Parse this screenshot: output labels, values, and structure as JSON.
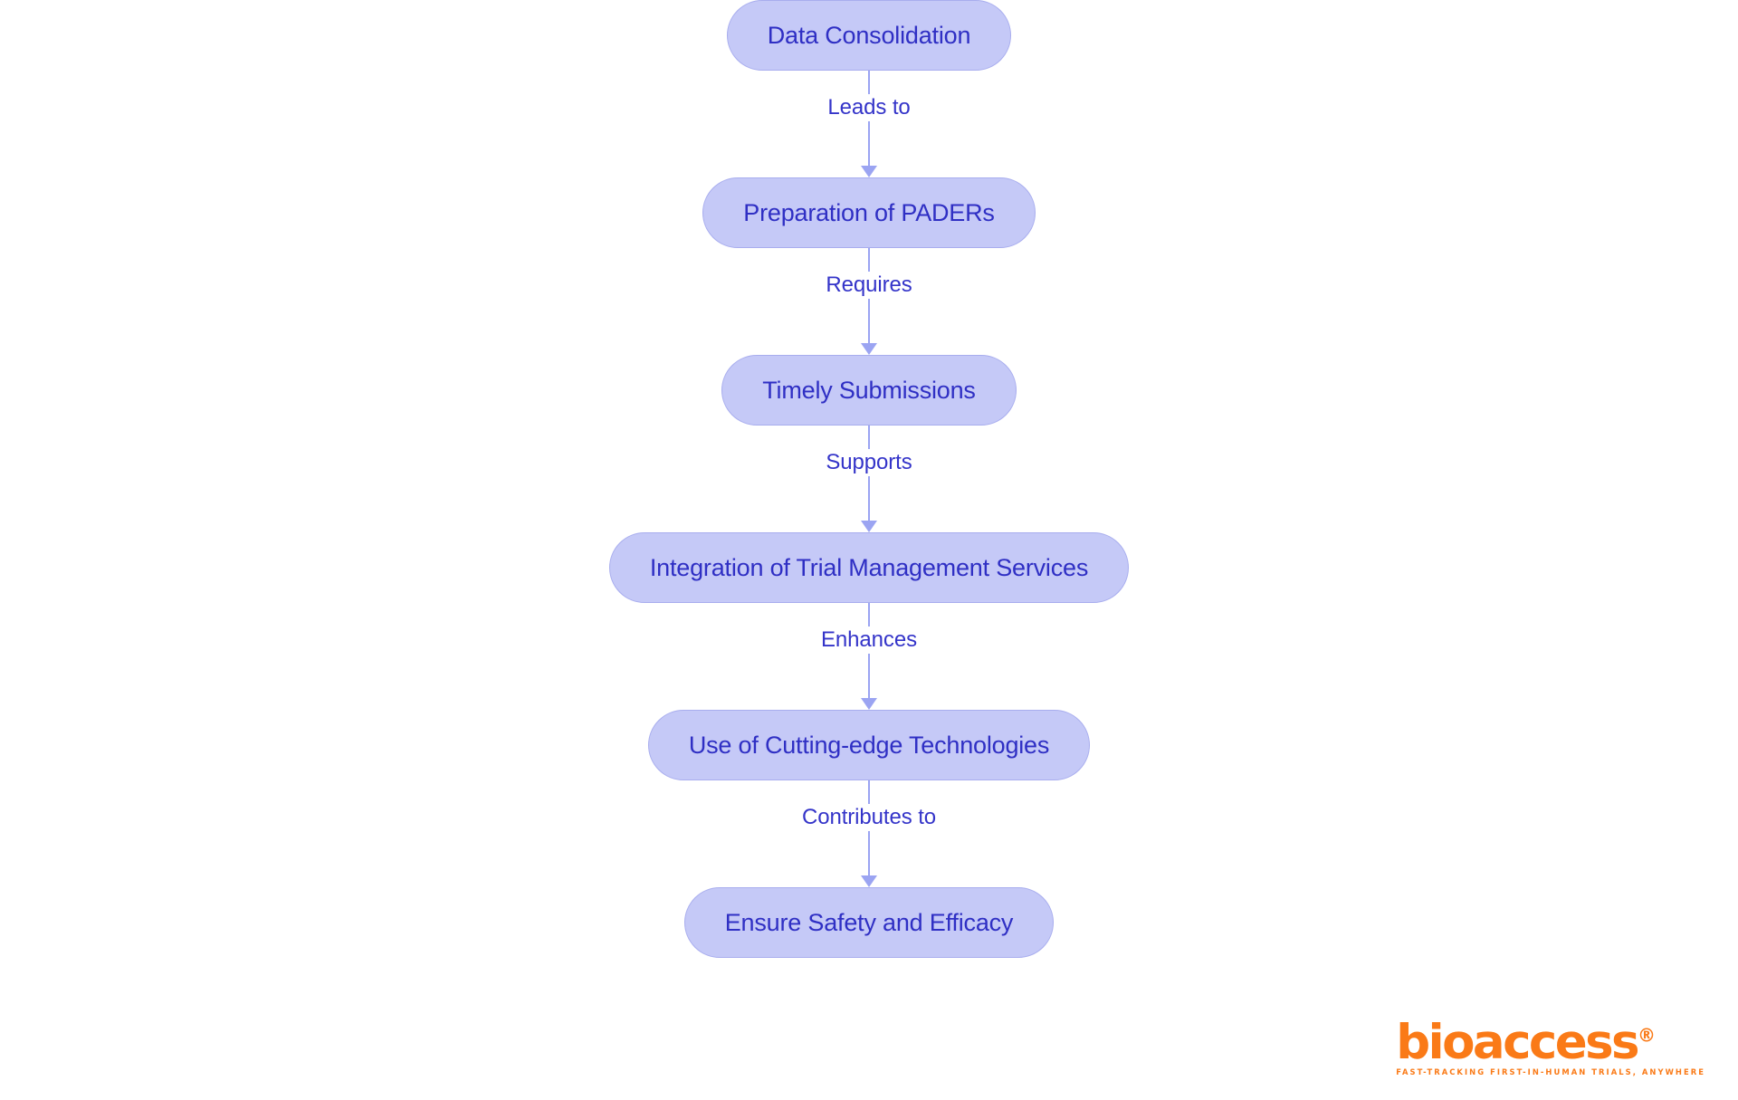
{
  "diagram": {
    "type": "flowchart",
    "orientation": "top-to-bottom",
    "colors": {
      "node_fill": "#c5c9f7",
      "node_border": "#a8adee",
      "node_text": "#2f2fc4",
      "edge_line": "#9ba4f2",
      "edge_label_text": "#3434c9",
      "background": "#ffffff",
      "logo": "#fa7a17"
    },
    "nodes": [
      {
        "id": "data-consolidation",
        "label": "Data Consolidation"
      },
      {
        "id": "preparation-of-paders",
        "label": "Preparation of PADERs"
      },
      {
        "id": "timely-submissions",
        "label": "Timely Submissions"
      },
      {
        "id": "integration-of-trial-management-services",
        "label": "Integration of Trial Management Services"
      },
      {
        "id": "use-of-cutting-edge-technologies",
        "label": "Use of Cutting-edge Technologies"
      },
      {
        "id": "ensure-safety-and-efficacy",
        "label": "Ensure Safety and Efficacy"
      }
    ],
    "edges": [
      {
        "from": "data-consolidation",
        "to": "preparation-of-paders",
        "label": "Leads to"
      },
      {
        "from": "preparation-of-paders",
        "to": "timely-submissions",
        "label": "Requires"
      },
      {
        "from": "timely-submissions",
        "to": "integration-of-trial-management-services",
        "label": "Supports"
      },
      {
        "from": "integration-of-trial-management-services",
        "to": "use-of-cutting-edge-technologies",
        "label": "Enhances"
      },
      {
        "from": "use-of-cutting-edge-technologies",
        "to": "ensure-safety-and-efficacy",
        "label": "Contributes to"
      }
    ]
  },
  "logo": {
    "wordmark": "bioaccess",
    "registered_mark": "®",
    "tagline": "FAST-TRACKING FIRST-IN-HUMAN TRIALS, ANYWHERE"
  }
}
